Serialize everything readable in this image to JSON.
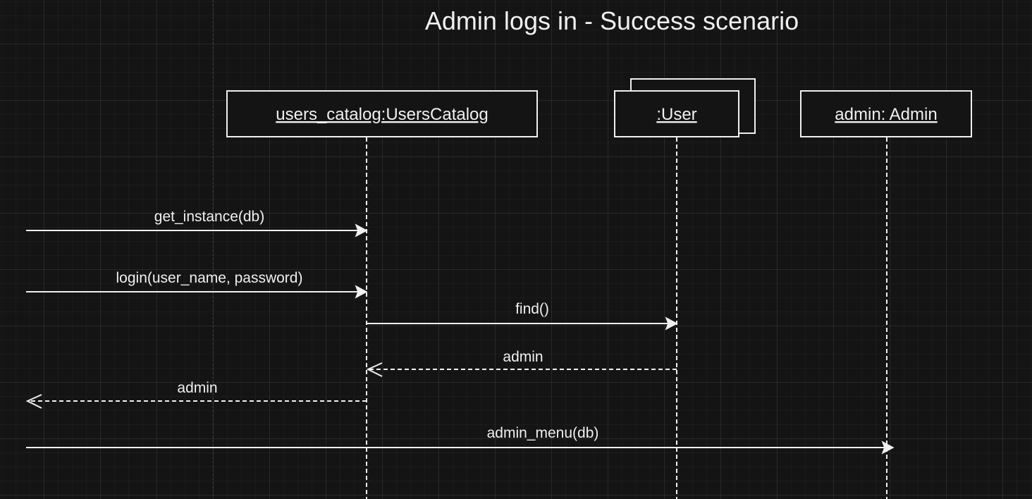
{
  "diagram": {
    "title": "Admin logs in - Success scenario",
    "lifelines": [
      {
        "id": "catalog",
        "label": "users_catalog:UsersCatalog",
        "multi": false
      },
      {
        "id": "user",
        "label": ":User",
        "multi": true
      },
      {
        "id": "admin",
        "label": "admin: Admin",
        "multi": false
      }
    ],
    "messages": [
      {
        "label": "get_instance(db)",
        "from": "outside",
        "to": "catalog",
        "kind": "sync"
      },
      {
        "label": "login(user_name, password)",
        "from": "outside",
        "to": "catalog",
        "kind": "sync"
      },
      {
        "label": "find()",
        "from": "catalog",
        "to": "user",
        "kind": "sync"
      },
      {
        "label": "admin",
        "from": "user",
        "to": "catalog",
        "kind": "reply"
      },
      {
        "label": "admin",
        "from": "catalog",
        "to": "outside",
        "kind": "reply"
      },
      {
        "label": "admin_menu(db)",
        "from": "outside",
        "to": "admin",
        "kind": "sync"
      }
    ],
    "colors": {
      "background": "#141414",
      "stroke": "#f0f0f0",
      "text": "#f0f0f0"
    }
  }
}
